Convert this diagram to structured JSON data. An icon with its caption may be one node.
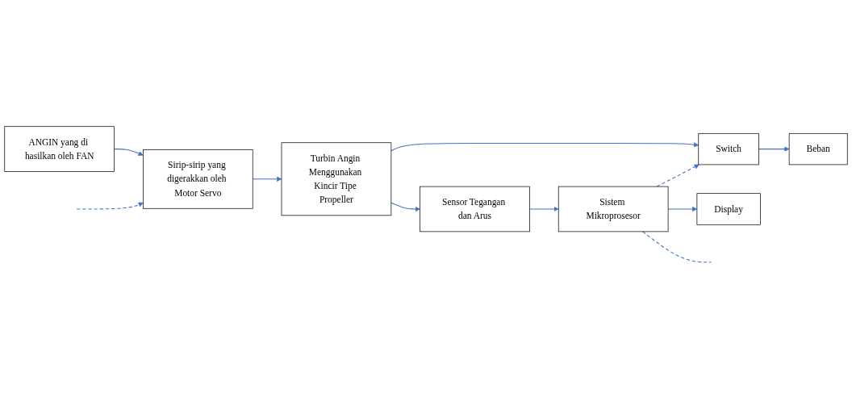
{
  "diagram": {
    "nodes": [
      {
        "text": [
          "ANGIN yang di hasilkan oleh FAN"
        ]
      },
      {
        "text": [
          "Sirip-sirip yang digerakkan oleh Motor Servo"
        ]
      },
      {
        "text": [
          "Turbin Angin Menggunakan Kincir Tipe Propeller"
        ]
      },
      {
        "text": [
          "Switch"
        ]
      },
      {
        "text": [
          "Beban"
        ]
      },
      {
        "text": [
          "Display"
        ]
      },
      {
        "text": [
          "Sensor Tegangan dan Arus"
        ]
      },
      {
        "text": [
          "Sistem Mikroprosesor"
        ]
      }
    ],
    "edges": [
      {
        "from": 0,
        "to": 1,
        "arrow": "to"
      },
      {
        "from": 1,
        "to": 2,
        "arrow": "to"
      },
      {
        "from": 2,
        "to": 3,
        "arrow": "to"
      },
      {
        "from": 3,
        "to": 4,
        "arrow": "to"
      },
      {
        "from": 2,
        "to": 6,
        "arrow": "to"
      },
      {
        "from": 6,
        "to": 7,
        "arrow": "to"
      },
      {
        "from": 7,
        "to": 5,
        "arrow": "to"
      },
      {
        "from": 7,
        "to": 3,
        "arrow": "to",
        "style": "dashed"
      },
      {
        "from": null,
        "to": 1,
        "arrow": "to",
        "style": "dashed"
      },
      {
        "from": 7,
        "to": null,
        "arrow": "none",
        "style": "dashed"
      }
    ]
  }
}
